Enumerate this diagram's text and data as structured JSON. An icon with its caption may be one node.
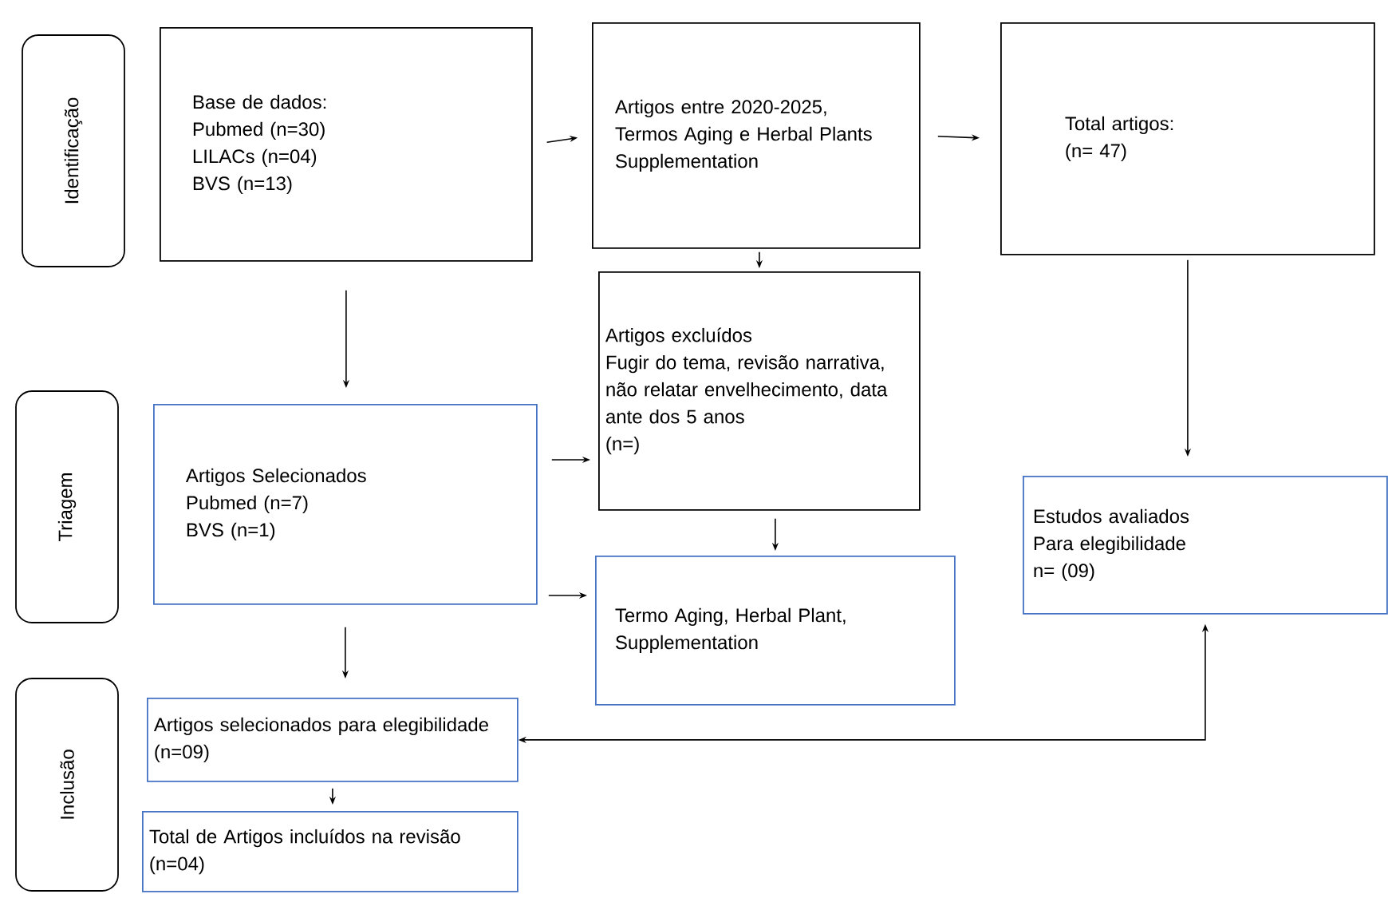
{
  "diagram": {
    "nodes": [
      {
        "text": [
          "Identificação"
        ]
      },
      {
        "text": [
          "Base de dados:",
          "Pubmed (n=30)",
          "LILACs (n=04)",
          "BVS (n=13)"
        ]
      },
      {
        "text": [
          "Artigos entre 2020-2025, Termos Aging e Herbal Plants Supplementation"
        ]
      },
      {
        "text": [
          "Total artigos:",
          "(n= 47)"
        ]
      },
      {
        "text": [
          "Artigos excluídos",
          "Fugir do tema, revisão narrativa, não relatar envelhecimento, data ante dos 5 anos",
          "(n=)"
        ]
      },
      {
        "text": [
          "Triagem"
        ]
      },
      {
        "text": [
          "Artigos Selecionados",
          "Pubmed (n=7)",
          "BVS (n=1)"
        ]
      },
      {
        "text": [
          "Termo Aging, Herbal Plant, Supplementation"
        ]
      },
      {
        "text": [
          "Estudos avaliados",
          "Para elegibilidade",
          "n= (09)"
        ]
      },
      {
        "text": [
          "Inclusão"
        ]
      },
      {
        "text": [
          "Artigos selecionados para elegibilidade (n=09)"
        ]
      },
      {
        "text": [
          "Total de Artigos incluídos na revisão (n=04)"
        ]
      }
    ],
    "edges": [
      {
        "from": 1,
        "to": 2,
        "arrow": "to"
      },
      {
        "from": 2,
        "to": 3,
        "arrow": "to"
      },
      {
        "from": 2,
        "to": 4,
        "arrow": "to"
      },
      {
        "from": 1,
        "to": 6,
        "arrow": "to"
      },
      {
        "from": 6,
        "to": 4,
        "arrow": "to"
      },
      {
        "from": 6,
        "to": 7,
        "arrow": "to"
      },
      {
        "from": 4,
        "to": 7,
        "arrow": "to"
      },
      {
        "from": 3,
        "to": 8,
        "arrow": "to"
      },
      {
        "from": 6,
        "to": 10,
        "arrow": "to"
      },
      {
        "from": 10,
        "to": 8,
        "arrow": "both"
      },
      {
        "from": 10,
        "to": 11,
        "arrow": "to"
      }
    ]
  }
}
